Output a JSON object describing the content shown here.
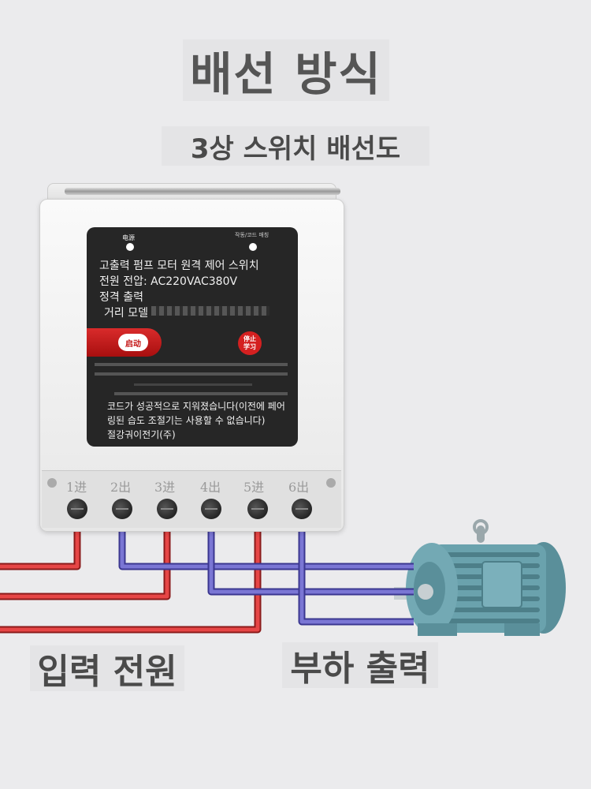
{
  "title": "배선 방식",
  "subtitle": "3상 스위치 배선도",
  "panel": {
    "power_label": "电源",
    "status_label": "작동/코드 매칭",
    "line1": "고출력 펌프 모터 원격 제어 스위치",
    "line2": "전원 전압: AC220VAC380V",
    "line3": "정격 출력",
    "line4": "거리 모델",
    "start_button": "启动",
    "stop_button_1": "停止",
    "stop_button_2": "学习",
    "instruction1": "코드가 성공적으로 지워졌습니다(이전에 페어",
    "instruction2": "링된 습도 조절기는 사용할 수 없습니다)",
    "maker": "절강궈이전기(주)"
  },
  "terminals": [
    "1进",
    "2出",
    "3进",
    "4出",
    "5进",
    "6出"
  ],
  "labels": {
    "input": "입력 전원",
    "output": "부하 출력"
  },
  "colors": {
    "input_wire": "#e23a3a",
    "output_wire": "#6a66c8",
    "motor": "#5f97a3"
  }
}
